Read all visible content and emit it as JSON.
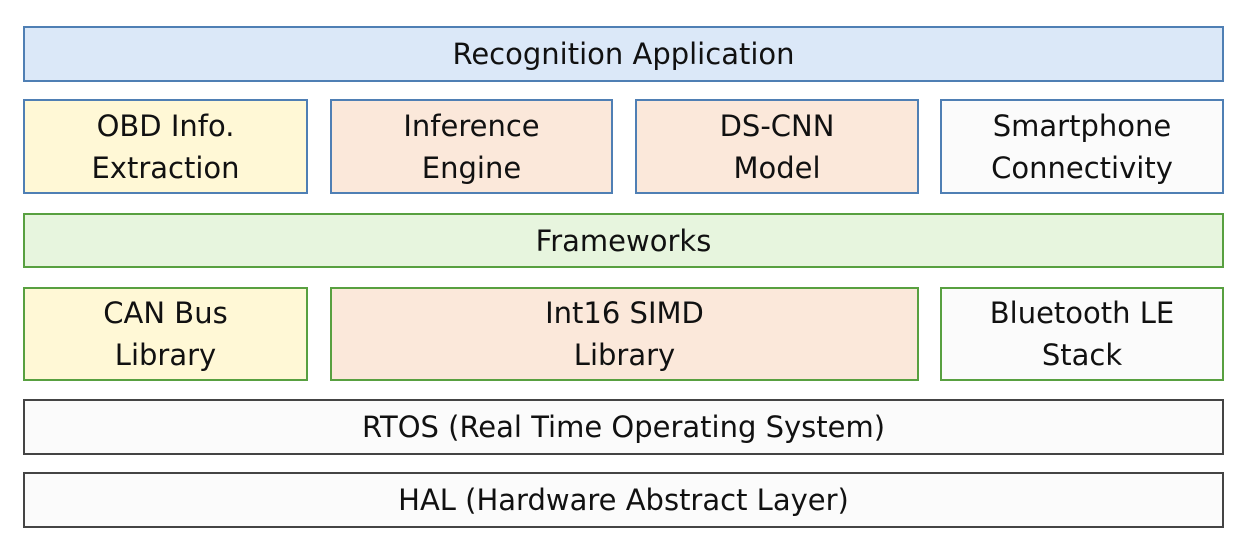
{
  "layers": {
    "application": "Recognition Application",
    "modules": [
      {
        "line1": "OBD Info.",
        "line2": "Extraction"
      },
      {
        "line1": "Inference",
        "line2": "Engine"
      },
      {
        "line1": "DS-CNN",
        "line2": "Model"
      },
      {
        "line1": "Smartphone",
        "line2": "Connectivity"
      }
    ],
    "frameworks": "Frameworks",
    "libraries": [
      {
        "line1": "CAN Bus",
        "line2": "Library"
      },
      {
        "line1": "Int16 SIMD",
        "line2": "Library"
      },
      {
        "line1": "Bluetooth LE",
        "line2": "Stack"
      }
    ],
    "rtos": "RTOS (Real Time Operating System)",
    "hal": "HAL (Hardware Abstract Layer)"
  },
  "colors": {
    "application_fill": "#dbe8f8",
    "obd_fill": "#fff8d6",
    "inference_fill": "#fbe8da",
    "smartphone_fill": "#fbfbfb",
    "frameworks_fill": "#e7f5de"
  }
}
